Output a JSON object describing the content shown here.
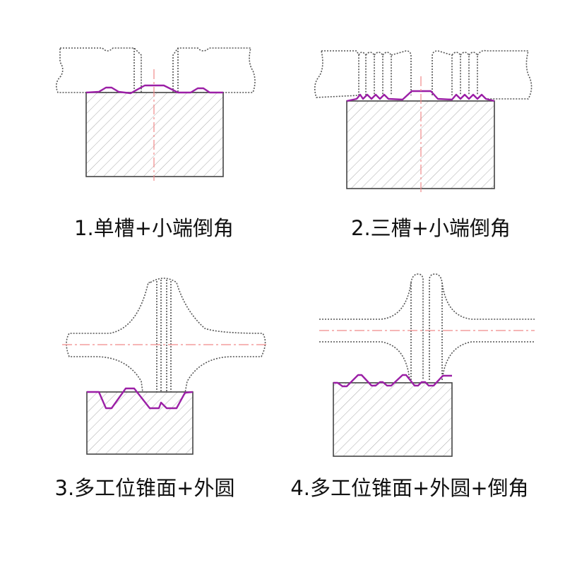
{
  "panels": [
    {
      "label": "1.单槽+小端倒角"
    },
    {
      "label": "2.三槽+小端倒角"
    },
    {
      "label": "3.多工位锥面+外圆"
    },
    {
      "label": "4.多工位锥面+外圆+倒角"
    }
  ],
  "colors": {
    "profile": "#9b1fa6",
    "centerline": "#f08a8a",
    "tool_outline": "#555555"
  }
}
